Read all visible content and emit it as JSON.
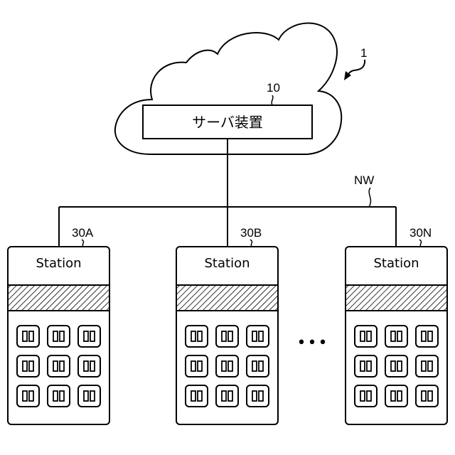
{
  "system": {
    "ref": "1"
  },
  "server": {
    "ref": "10",
    "label": "サーバ装置"
  },
  "network": {
    "ref": "NW"
  },
  "stations": [
    {
      "ref": "30A",
      "label": "Station",
      "slots_rows": 3,
      "slots_cols": 3
    },
    {
      "ref": "30B",
      "label": "Station",
      "slots_rows": 3,
      "slots_cols": 3
    },
    {
      "ref": "30N",
      "label": "Station",
      "slots_rows": 3,
      "slots_cols": 3
    }
  ],
  "ellipsis": "•••",
  "colors": {
    "stroke": "#000000",
    "background": "#ffffff"
  }
}
